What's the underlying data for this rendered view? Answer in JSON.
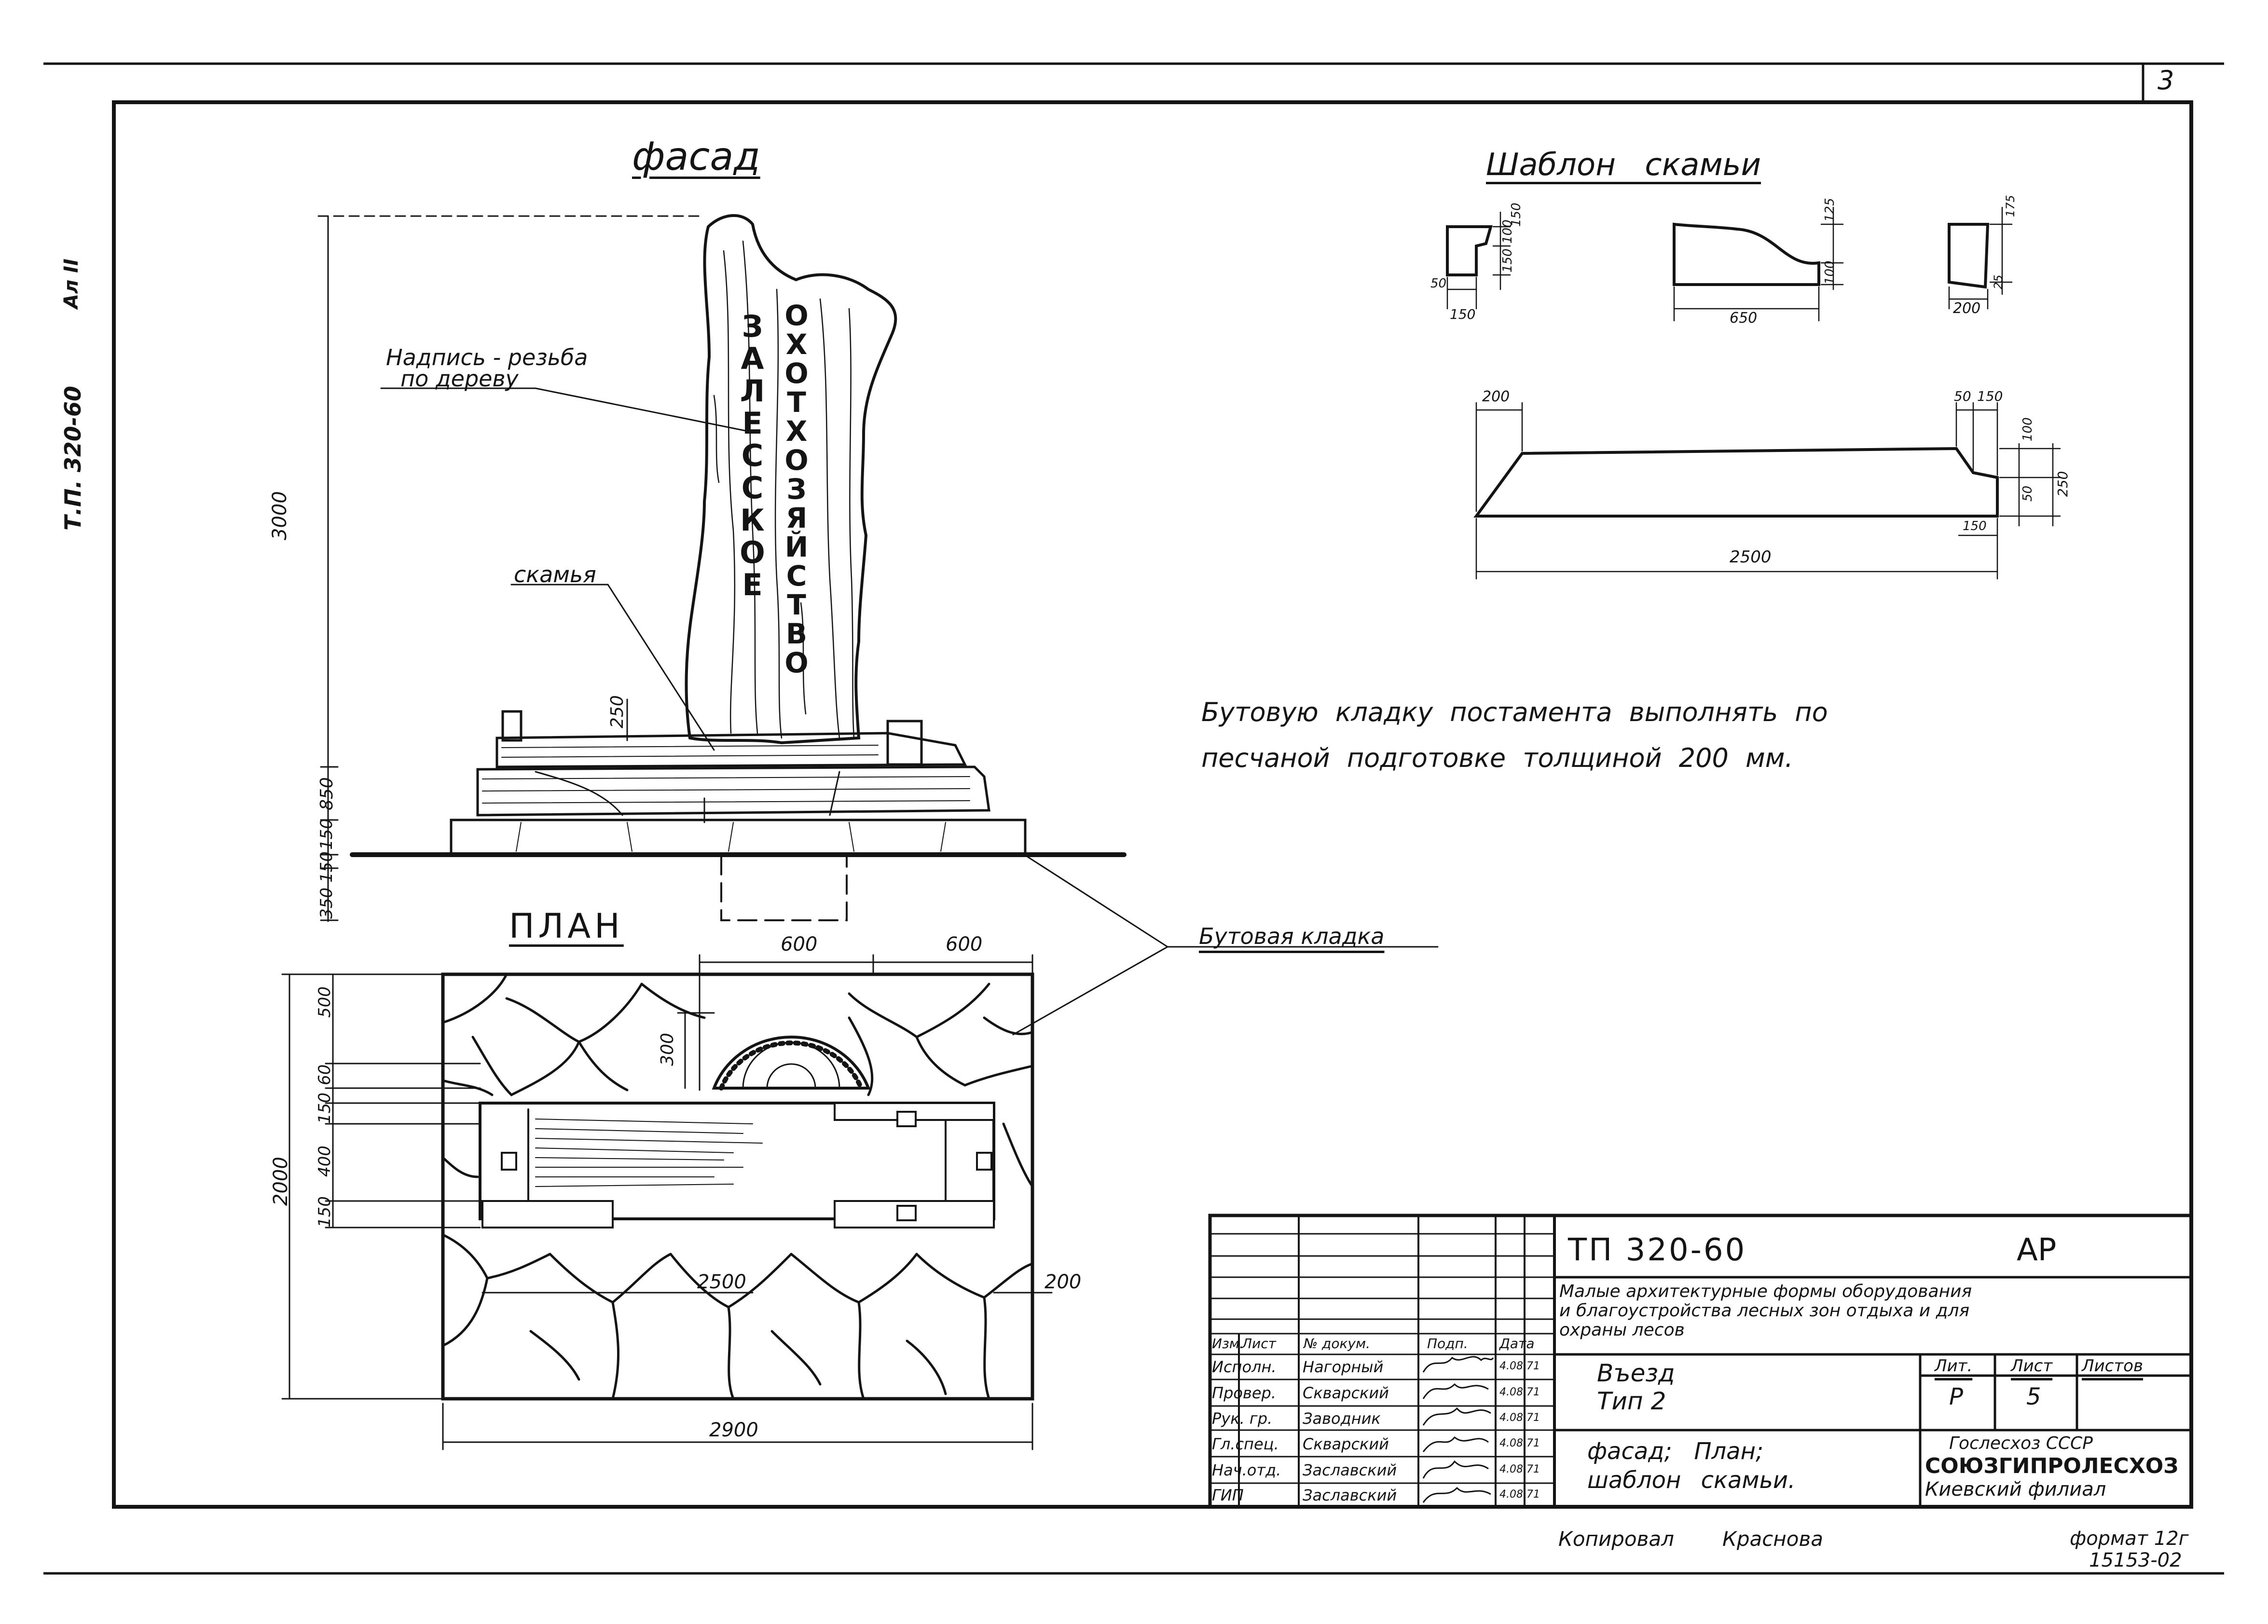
{
  "sheet": {
    "page_number": "3",
    "side_code": "Т.П. 320-60",
    "side_album": "Ал II"
  },
  "facade": {
    "title": "фасад",
    "label_carving_line1": "Надпись - резьба",
    "label_carving_line2": "по дереву",
    "label_bench": "скамья",
    "sign_word_left": "ЗАЛЕССКОЕ",
    "sign_word_right": "ОХОТХОЗЯЙСТВО",
    "dim_height_total": "3000",
    "dim_bench_back": "250",
    "dim_pedestal_upper": "850",
    "dim_pedestal_a": "150",
    "dim_ground_a": "150",
    "dim_ground_b": "350"
  },
  "plan": {
    "title": "ПЛАН",
    "dim_top_left": "600",
    "dim_top_right": "600",
    "dim_arc": "300",
    "dim_left_1": "500",
    "dim_left_2": "60",
    "dim_left_3": "150",
    "dim_left_4": "400",
    "dim_left_5": "150",
    "dim_total_height": "2000",
    "dim_bench_length": "2500",
    "dim_side_offset": "200",
    "dim_total_width": "2900"
  },
  "template": {
    "title": "Шаблон скамьи",
    "sec1_dims": [
      "150",
      "100",
      "150",
      "50",
      "150"
    ],
    "sec2_dims": [
      "650",
      "125",
      "100"
    ],
    "sec3_dims": [
      "200",
      "175",
      "25"
    ],
    "long_dims": [
      "200",
      "50",
      "150",
      "100",
      "50",
      "250",
      "150",
      "2500"
    ]
  },
  "notes": {
    "masonry_line1": "Бутовую кладку постамента выполнять по",
    "masonry_line2": "песчаной подготовке толщиной 200 мм.",
    "masonry_label": "Бутовая кладка"
  },
  "stamp": {
    "code": "ТП 320-60",
    "section": "АР",
    "description_line1": "Малые архитектурные формы оборудования",
    "description_line2": "и благоустройства лесных зон отдыха и для",
    "description_line3": "охраны лесов",
    "object_line1": "Въезд",
    "object_line2": "Тип 2",
    "sheet_content_line1": "фасад;   План;",
    "sheet_content_line2": "шаблон скамьи.",
    "col_headers": [
      "Изм.",
      "Лист",
      "№ докум.",
      "Подп.",
      "Дата"
    ],
    "lit_header": "Лит.",
    "list_header": "Лист",
    "listov_header": "Листов",
    "lit_value": "Р",
    "list_value": "5",
    "org_line1": "Гослесхоз СССР",
    "org_line2": "СОЮЗГИПРОЛЕСХОЗ",
    "org_line3": "Киевский филиал",
    "signatures": [
      {
        "role": "Исполн.",
        "name": "Нагорный",
        "date": "4.08.71"
      },
      {
        "role": "Провер.",
        "name": "Скварский",
        "date": "4.08.71"
      },
      {
        "role": "Рук. гр.",
        "name": "Заводник",
        "date": "4.08.71"
      },
      {
        "role": "Гл.спец.",
        "name": "Скварский",
        "date": "4.08.71"
      },
      {
        "role": "Нач.отд.",
        "name": "Заславский",
        "date": "4.08.71"
      },
      {
        "role": "ГИП",
        "name": "Заславский",
        "date": "4.08.71"
      }
    ]
  },
  "footer": {
    "copied": "Копировал",
    "copier": "Краснова",
    "format": "формат 12г",
    "inventory": "15153-02"
  }
}
